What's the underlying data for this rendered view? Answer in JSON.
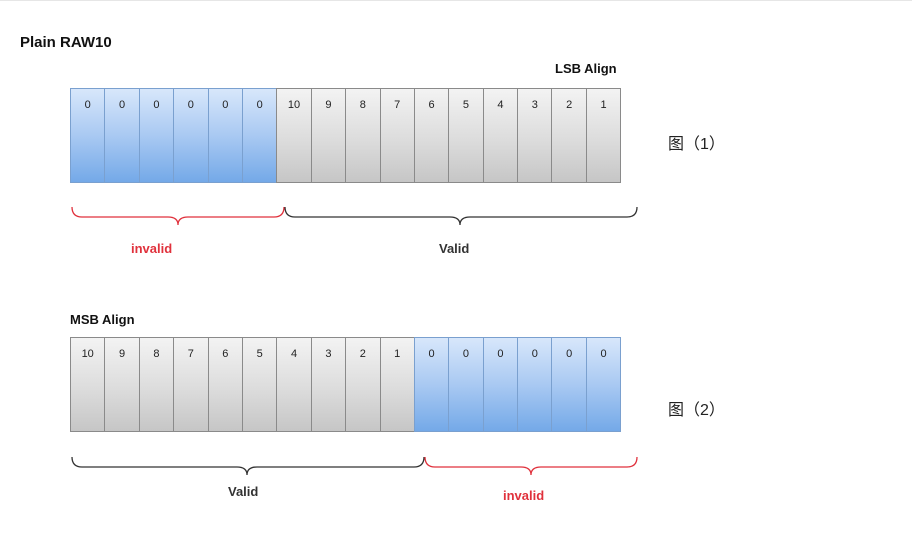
{
  "title": "Plain RAW10",
  "diagram1": {
    "align_label": "LSB Align",
    "cells": [
      {
        "value": "0",
        "type": "invalid"
      },
      {
        "value": "0",
        "type": "invalid"
      },
      {
        "value": "0",
        "type": "invalid"
      },
      {
        "value": "0",
        "type": "invalid"
      },
      {
        "value": "0",
        "type": "invalid"
      },
      {
        "value": "0",
        "type": "invalid"
      },
      {
        "value": "10",
        "type": "valid"
      },
      {
        "value": "9",
        "type": "valid"
      },
      {
        "value": "8",
        "type": "valid"
      },
      {
        "value": "7",
        "type": "valid"
      },
      {
        "value": "6",
        "type": "valid"
      },
      {
        "value": "5",
        "type": "valid"
      },
      {
        "value": "4",
        "type": "valid"
      },
      {
        "value": "3",
        "type": "valid"
      },
      {
        "value": "2",
        "type": "valid"
      },
      {
        "value": "1",
        "type": "valid"
      }
    ],
    "invalid_label": "invalid",
    "valid_label": "Valid",
    "figure_label": "图（1）"
  },
  "diagram2": {
    "align_label": "MSB Align",
    "cells": [
      {
        "value": "10",
        "type": "valid"
      },
      {
        "value": "9",
        "type": "valid"
      },
      {
        "value": "8",
        "type": "valid"
      },
      {
        "value": "7",
        "type": "valid"
      },
      {
        "value": "6",
        "type": "valid"
      },
      {
        "value": "5",
        "type": "valid"
      },
      {
        "value": "4",
        "type": "valid"
      },
      {
        "value": "3",
        "type": "valid"
      },
      {
        "value": "2",
        "type": "valid"
      },
      {
        "value": "1",
        "type": "valid"
      },
      {
        "value": "0",
        "type": "invalid"
      },
      {
        "value": "0",
        "type": "invalid"
      },
      {
        "value": "0",
        "type": "invalid"
      },
      {
        "value": "0",
        "type": "invalid"
      },
      {
        "value": "0",
        "type": "invalid"
      },
      {
        "value": "0",
        "type": "invalid"
      }
    ],
    "valid_label": "Valid",
    "invalid_label": "invalid",
    "figure_label": "图（2）"
  },
  "colors": {
    "invalid_brace": "#e0313c",
    "valid_brace": "#333333",
    "invalid_cell": "#74a9e8",
    "valid_cell": "#c6c6c6"
  }
}
